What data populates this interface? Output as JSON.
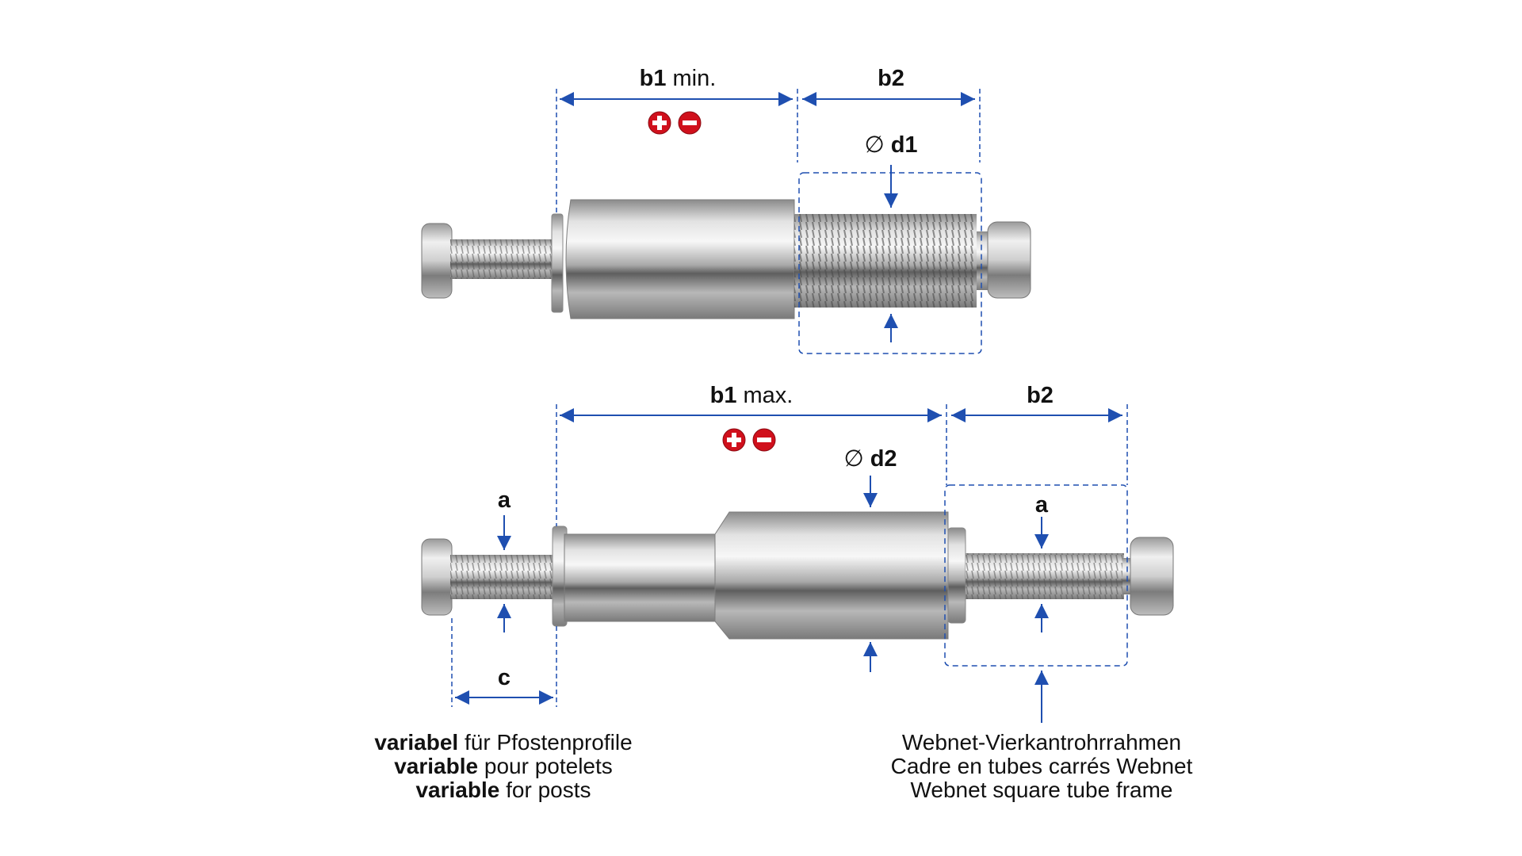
{
  "labels": {
    "b1": "b1",
    "min": "min.",
    "max": "max.",
    "b2": "b2",
    "diameter_symbol": "∅",
    "d1": "d1",
    "d2": "d2",
    "a": "a",
    "c": "c",
    "plus": "+",
    "minus": "−"
  },
  "captions": {
    "left": [
      {
        "bold": "variabel",
        "rest": " für Pfostenprofile"
      },
      {
        "bold": "variable",
        "rest": " pour potelets"
      },
      {
        "bold": "variable",
        "rest": " for posts"
      }
    ],
    "right": [
      "Webnet-Vierkantrohrrahmen",
      "Cadre en tubes carrés Webnet",
      "Webnet square tube frame"
    ]
  },
  "colors": {
    "dimension": "#1f4fb0",
    "badge": "#d0101c",
    "steel_dark": "#6f6f6f",
    "steel_light": "#ececec"
  }
}
